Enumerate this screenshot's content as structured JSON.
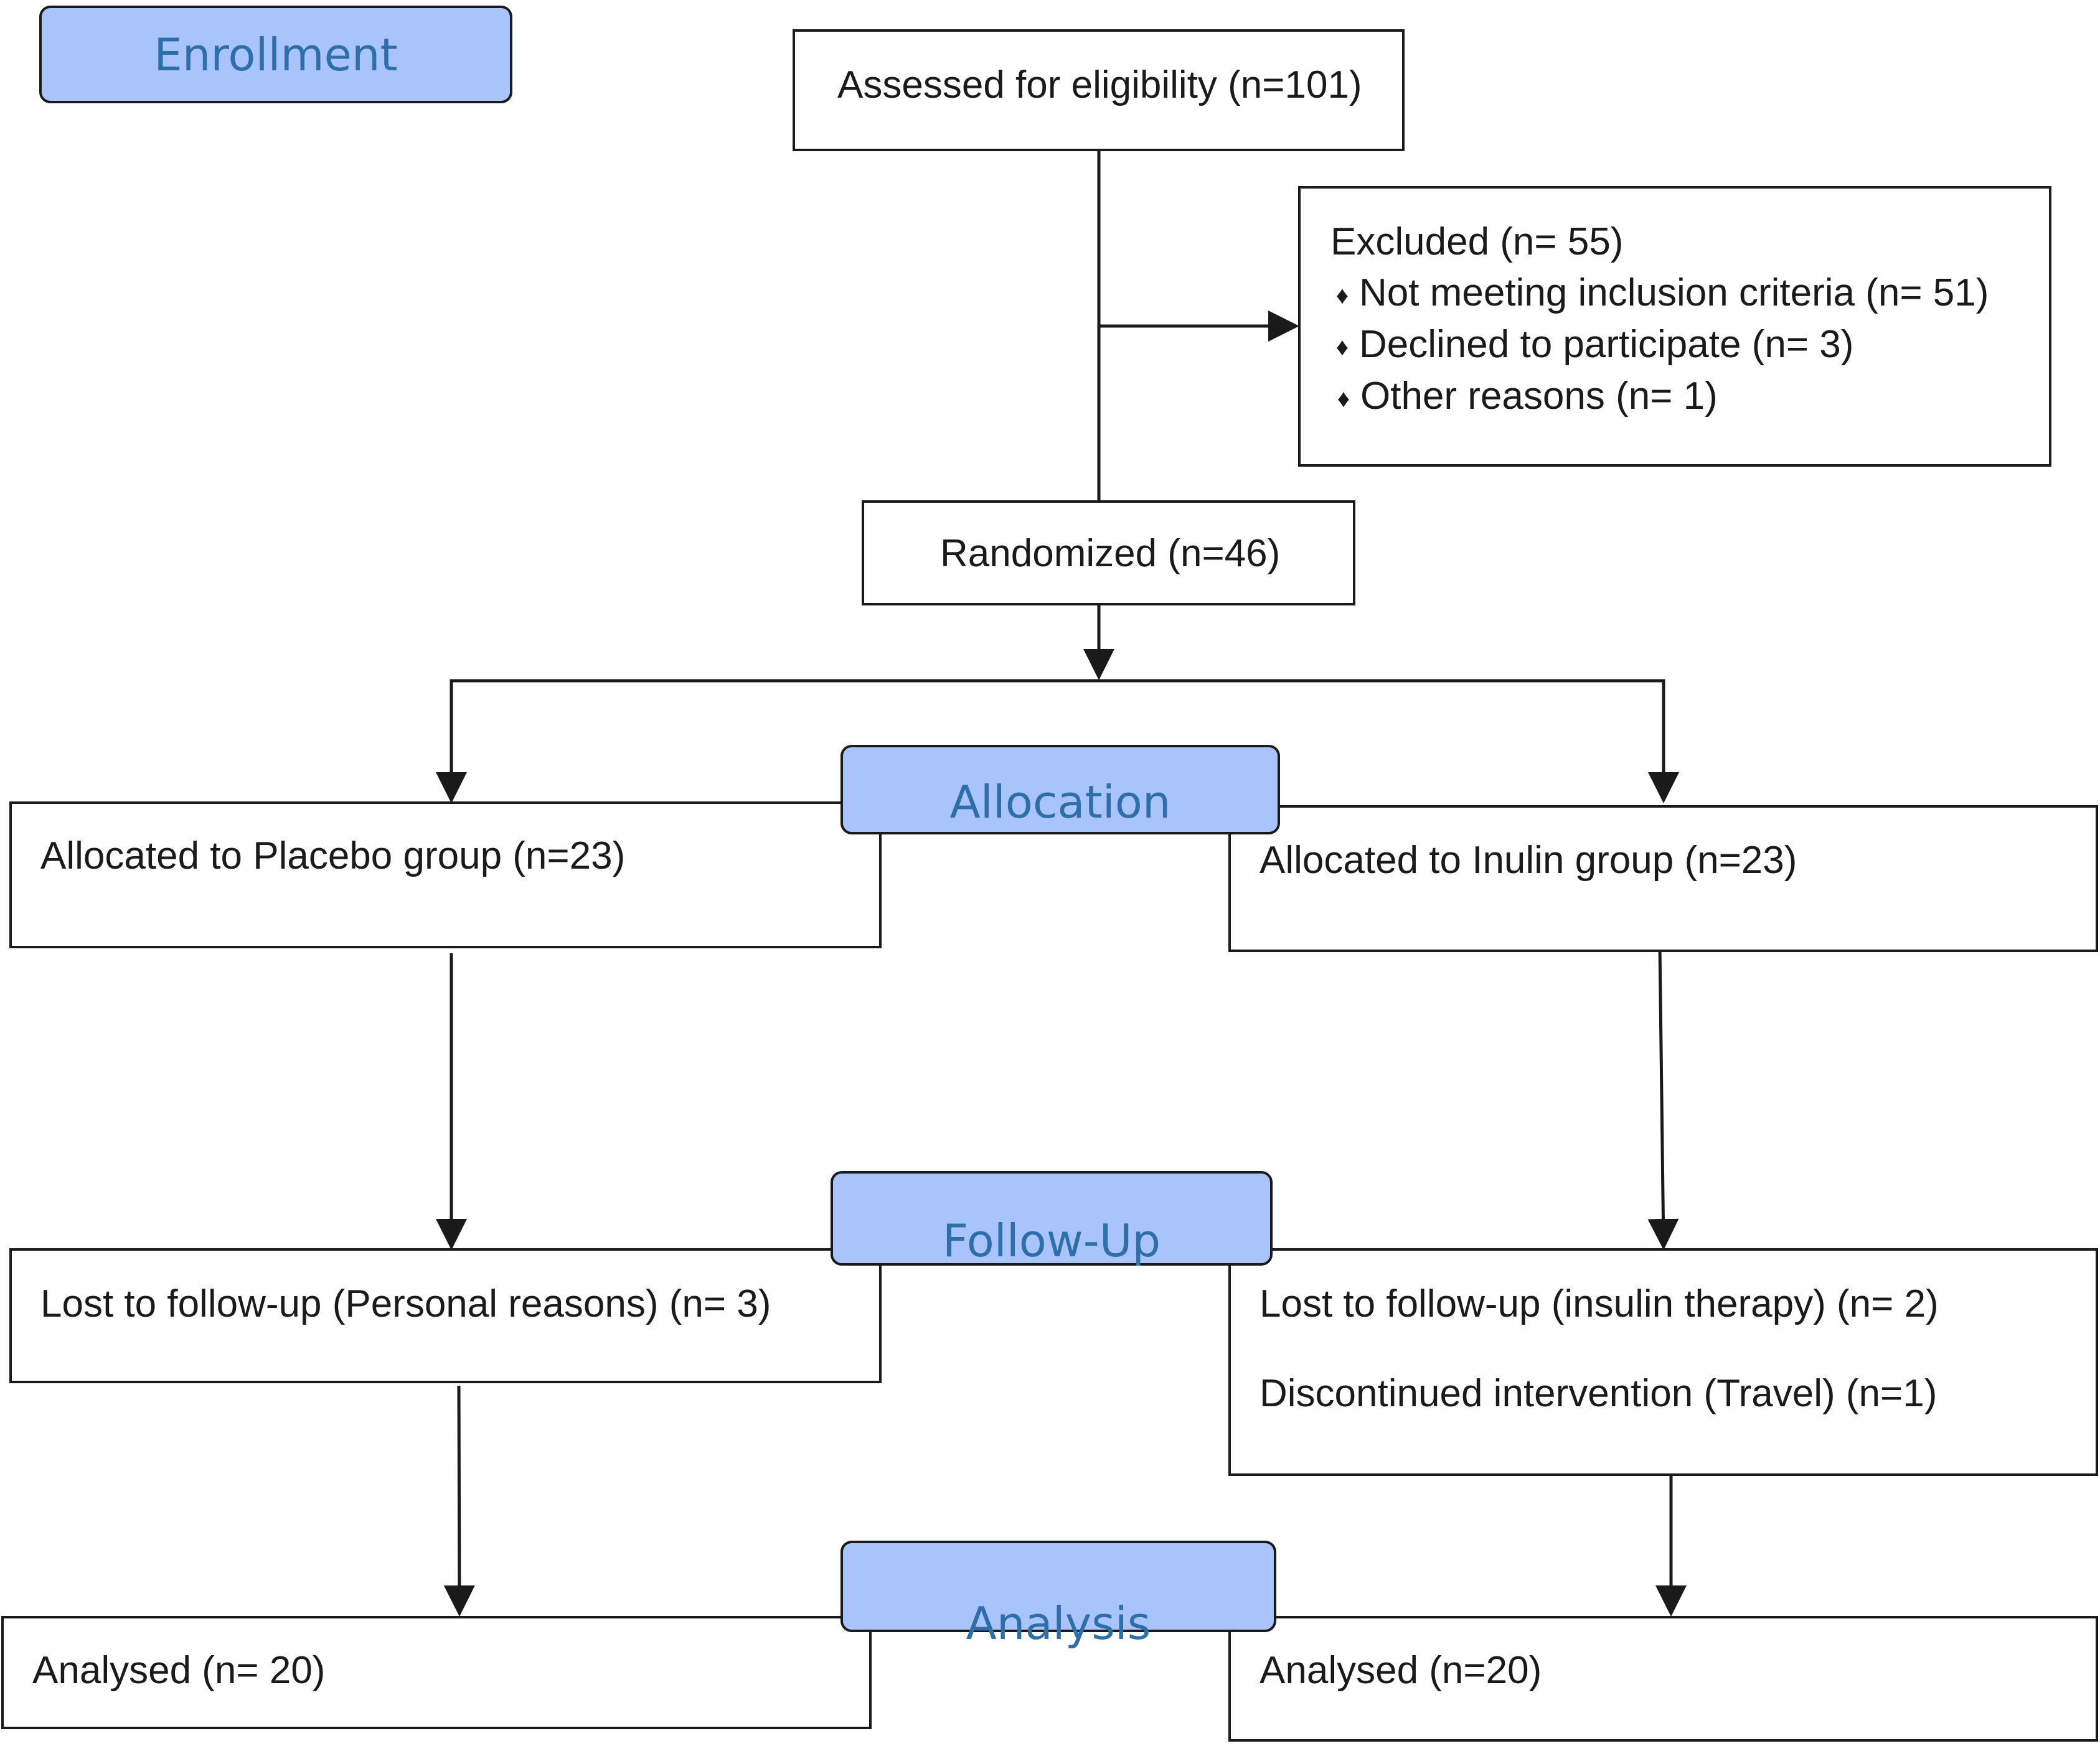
{
  "phases": {
    "enrollment": "Enrollment",
    "allocation": "Allocation",
    "follow_up": "Follow-Up",
    "analysis": "Analysis"
  },
  "boxes": {
    "assessed": "Assessed for eligibility (n=101)",
    "excluded": {
      "title": "Excluded (n= 55)",
      "bullet_glyph": "♦",
      "items": [
        "Not meeting inclusion criteria (n= 51)",
        "Declined to participate (n= 3)",
        "Other reasons (n= 1)"
      ]
    },
    "randomized": "Randomized (n=46)",
    "placebo_allocated": "Allocated to Placebo group (n=23)",
    "inulin_allocated": "Allocated to Inulin group (n=23)",
    "placebo_followup": "Lost to follow-up (Personal reasons) (n= 3)",
    "inulin_followup": [
      "Lost to follow-up (insulin therapy) (n= 2)",
      "Discontinued intervention (Travel) (n=1)"
    ],
    "placebo_analysed": "Analysed (n= 20)",
    "inulin_analysed": "Analysed (n=20)"
  }
}
